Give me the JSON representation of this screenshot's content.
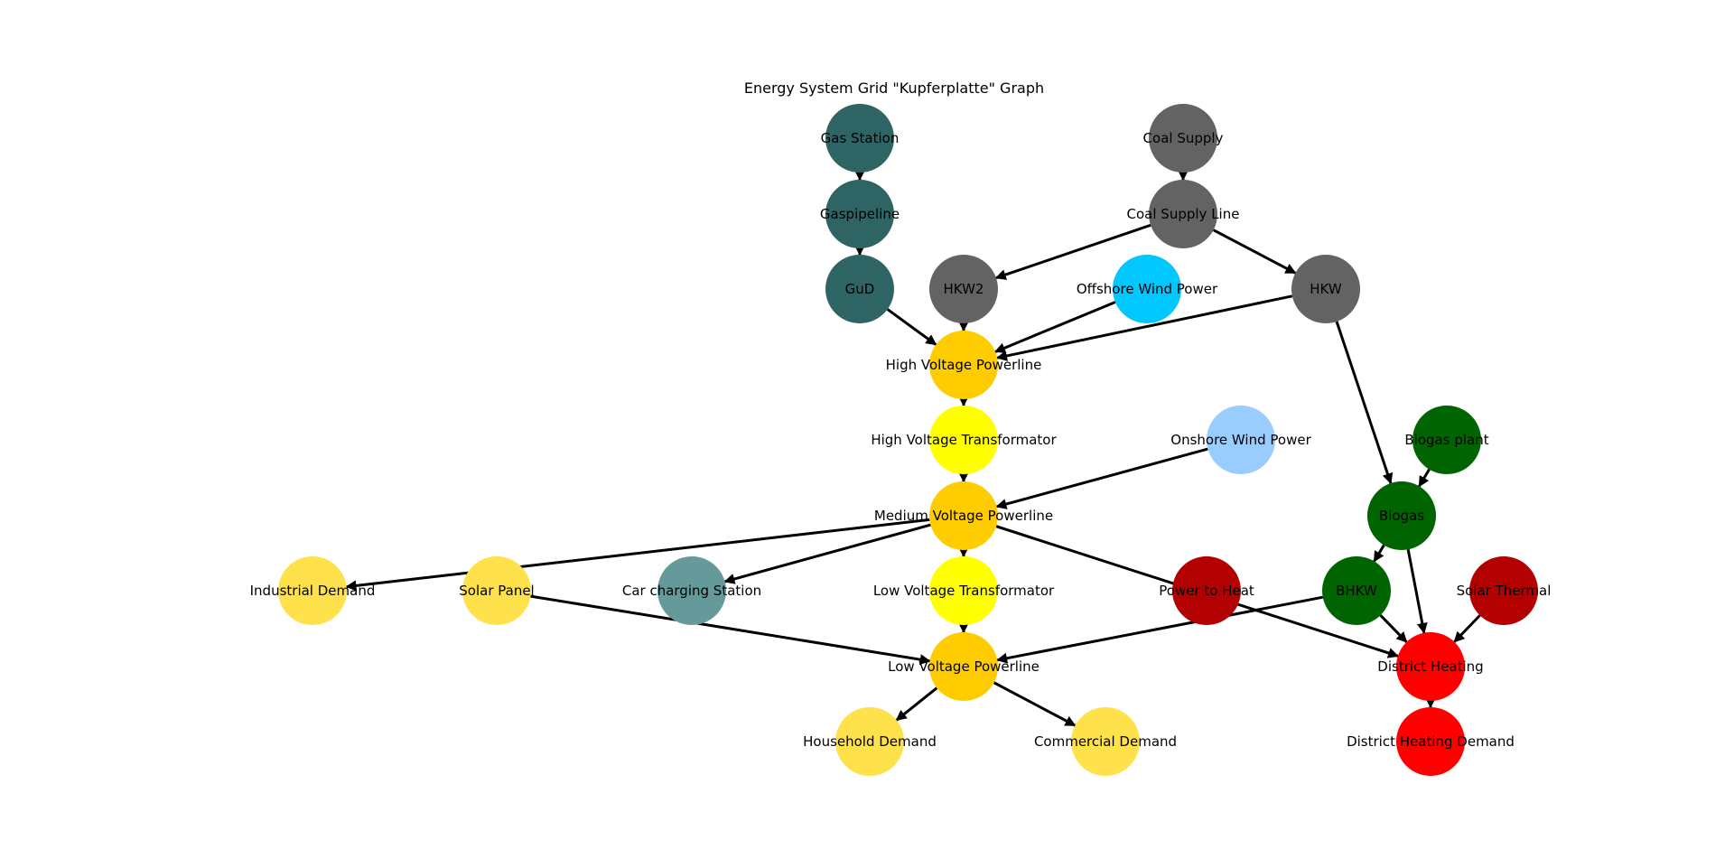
{
  "title": "Energy System Grid \"Kupferplatte\" Graph",
  "colors": {
    "gas": "#2f6464",
    "coal": "#636363",
    "offshore_wind": "#00c8ff",
    "onshore_wind": "#99ccff",
    "powerline": "#ffcc00",
    "transformator": "#ffff00",
    "demand": "#ffe14b",
    "charging": "#669999",
    "biogas": "#006400",
    "heat": "#b30000",
    "district_heat": "#ff0000",
    "edge": "#000000"
  },
  "nodes": [
    {
      "id": "gas-station",
      "label": "Gas Station",
      "color": "gas"
    },
    {
      "id": "gaspipeline",
      "label": "Gaspipeline",
      "color": "gas"
    },
    {
      "id": "gud",
      "label": "GuD",
      "color": "gas"
    },
    {
      "id": "coal-supply",
      "label": "Coal Supply",
      "color": "coal"
    },
    {
      "id": "coal-supply-line",
      "label": "Coal Supply Line",
      "color": "coal"
    },
    {
      "id": "hkw2",
      "label": "HKW2",
      "color": "coal"
    },
    {
      "id": "hkw",
      "label": "HKW",
      "color": "coal"
    },
    {
      "id": "offshore-wind-power",
      "label": "Offshore Wind Power",
      "color": "offshore_wind"
    },
    {
      "id": "high-voltage-powerline",
      "label": "High Voltage Powerline",
      "color": "powerline"
    },
    {
      "id": "high-voltage-transformator",
      "label": "High Voltage Transformator",
      "color": "transformator"
    },
    {
      "id": "onshore-wind-power",
      "label": "Onshore Wind Power",
      "color": "onshore_wind"
    },
    {
      "id": "biogas-plant",
      "label": "Biogas plant",
      "color": "biogas"
    },
    {
      "id": "biogas",
      "label": "Biogas",
      "color": "biogas"
    },
    {
      "id": "medium-voltage-powerline",
      "label": "Medium Voltage Powerline",
      "color": "powerline"
    },
    {
      "id": "industrial-demand",
      "label": "Industrial Demand",
      "color": "demand"
    },
    {
      "id": "solar-panel",
      "label": "Solar Panel",
      "color": "demand"
    },
    {
      "id": "car-charging-station",
      "label": "Car charging Station",
      "color": "charging"
    },
    {
      "id": "low-voltage-transformator",
      "label": "Low Voltage Transformator",
      "color": "transformator"
    },
    {
      "id": "power-to-heat",
      "label": "Power to Heat",
      "color": "heat"
    },
    {
      "id": "bhkw",
      "label": "BHKW",
      "color": "biogas"
    },
    {
      "id": "solar-thermal",
      "label": "Solar Thermal",
      "color": "heat"
    },
    {
      "id": "low-voltage-powerline",
      "label": "Low Voltage Powerline",
      "color": "powerline"
    },
    {
      "id": "district-heating",
      "label": "District Heating",
      "color": "district_heat"
    },
    {
      "id": "household-demand",
      "label": "Household Demand",
      "color": "demand"
    },
    {
      "id": "commercial-demand",
      "label": "Commercial Demand",
      "color": "demand"
    },
    {
      "id": "district-heating-demand",
      "label": "District Heating Demand",
      "color": "district_heat"
    }
  ],
  "edges": [
    {
      "from": "gas-station",
      "to": "gaspipeline"
    },
    {
      "from": "gaspipeline",
      "to": "gud"
    },
    {
      "from": "gud",
      "to": "high-voltage-powerline"
    },
    {
      "from": "coal-supply",
      "to": "coal-supply-line"
    },
    {
      "from": "coal-supply-line",
      "to": "hkw2"
    },
    {
      "from": "coal-supply-line",
      "to": "hkw"
    },
    {
      "from": "hkw2",
      "to": "high-voltage-powerline"
    },
    {
      "from": "offshore-wind-power",
      "to": "high-voltage-powerline"
    },
    {
      "from": "hkw",
      "to": "high-voltage-powerline"
    },
    {
      "from": "hkw",
      "to": "biogas"
    },
    {
      "from": "high-voltage-powerline",
      "to": "high-voltage-transformator"
    },
    {
      "from": "high-voltage-transformator",
      "to": "medium-voltage-powerline"
    },
    {
      "from": "onshore-wind-power",
      "to": "medium-voltage-powerline"
    },
    {
      "from": "medium-voltage-powerline",
      "to": "industrial-demand"
    },
    {
      "from": "medium-voltage-powerline",
      "to": "car-charging-station"
    },
    {
      "from": "medium-voltage-powerline",
      "to": "low-voltage-transformator"
    },
    {
      "from": "medium-voltage-powerline",
      "to": "district-heating"
    },
    {
      "from": "biogas-plant",
      "to": "biogas"
    },
    {
      "from": "biogas",
      "to": "bhkw"
    },
    {
      "from": "biogas",
      "to": "district-heating"
    },
    {
      "from": "low-voltage-transformator",
      "to": "low-voltage-powerline"
    },
    {
      "from": "solar-panel",
      "to": "low-voltage-powerline"
    },
    {
      "from": "bhkw",
      "to": "low-voltage-powerline"
    },
    {
      "from": "bhkw",
      "to": "district-heating"
    },
    {
      "from": "solar-thermal",
      "to": "district-heating"
    },
    {
      "from": "low-voltage-powerline",
      "to": "household-demand"
    },
    {
      "from": "low-voltage-powerline",
      "to": "commercial-demand"
    },
    {
      "from": "district-heating",
      "to": "district-heating-demand"
    }
  ]
}
